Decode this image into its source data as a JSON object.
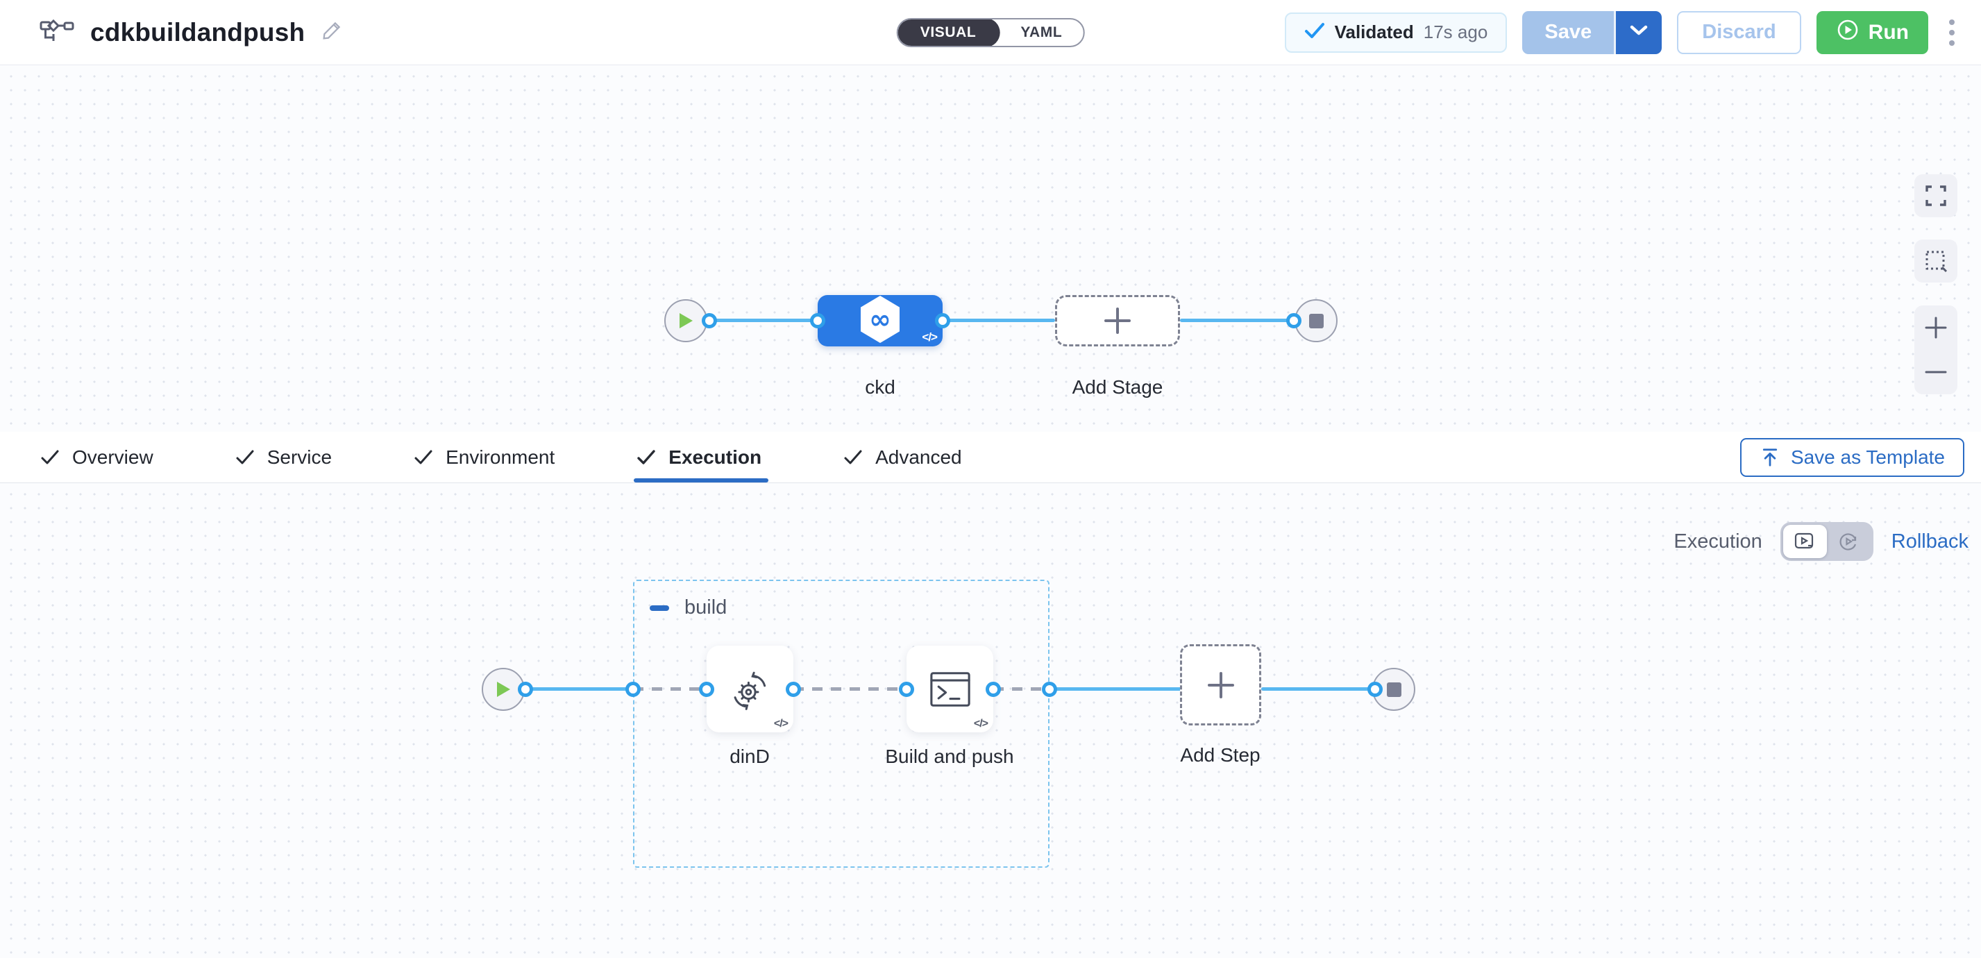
{
  "code_badge": "</>",
  "header": {
    "title": "cdkbuildandpush",
    "mode_toggle": {
      "visual_label": "VISUAL",
      "yaml_label": "YAML",
      "selected": "VISUAL"
    },
    "validated_badge": {
      "label": "Validated",
      "time_ago": "17s ago"
    },
    "save_button_label": "Save",
    "discard_button_label": "Discard",
    "run_button_label": "Run"
  },
  "stage_pipeline": {
    "stage": {
      "name": "ckd",
      "type": "ci-stage"
    },
    "add_stage_label": "Add Stage"
  },
  "config_tabs": {
    "items": [
      {
        "label": "Overview",
        "checked": true
      },
      {
        "label": "Service",
        "checked": true
      },
      {
        "label": "Environment",
        "checked": true
      },
      {
        "label": "Execution",
        "checked": true,
        "active": true
      },
      {
        "label": "Advanced",
        "checked": true
      }
    ],
    "save_as_template_label": "Save as Template"
  },
  "execution_panel": {
    "view_label": "Execution",
    "rollback_label": "Rollback",
    "step_group": {
      "name": "build",
      "steps": [
        {
          "name": "dinD",
          "icon": "gear-sync-icon"
        },
        {
          "name": "Build and push",
          "icon": "terminal-icon"
        }
      ]
    },
    "add_step_label": "Add Step",
    "zoom_controls": {
      "zoom_in": "+",
      "zoom_out": "−"
    }
  },
  "colors": {
    "accent_blue": "#2B6CC4",
    "stage_blue": "#2A7AE4",
    "connector_blue": "#58B7F0",
    "run_green": "#4DC164",
    "save_disabled_blue": "#A4C3EA"
  }
}
